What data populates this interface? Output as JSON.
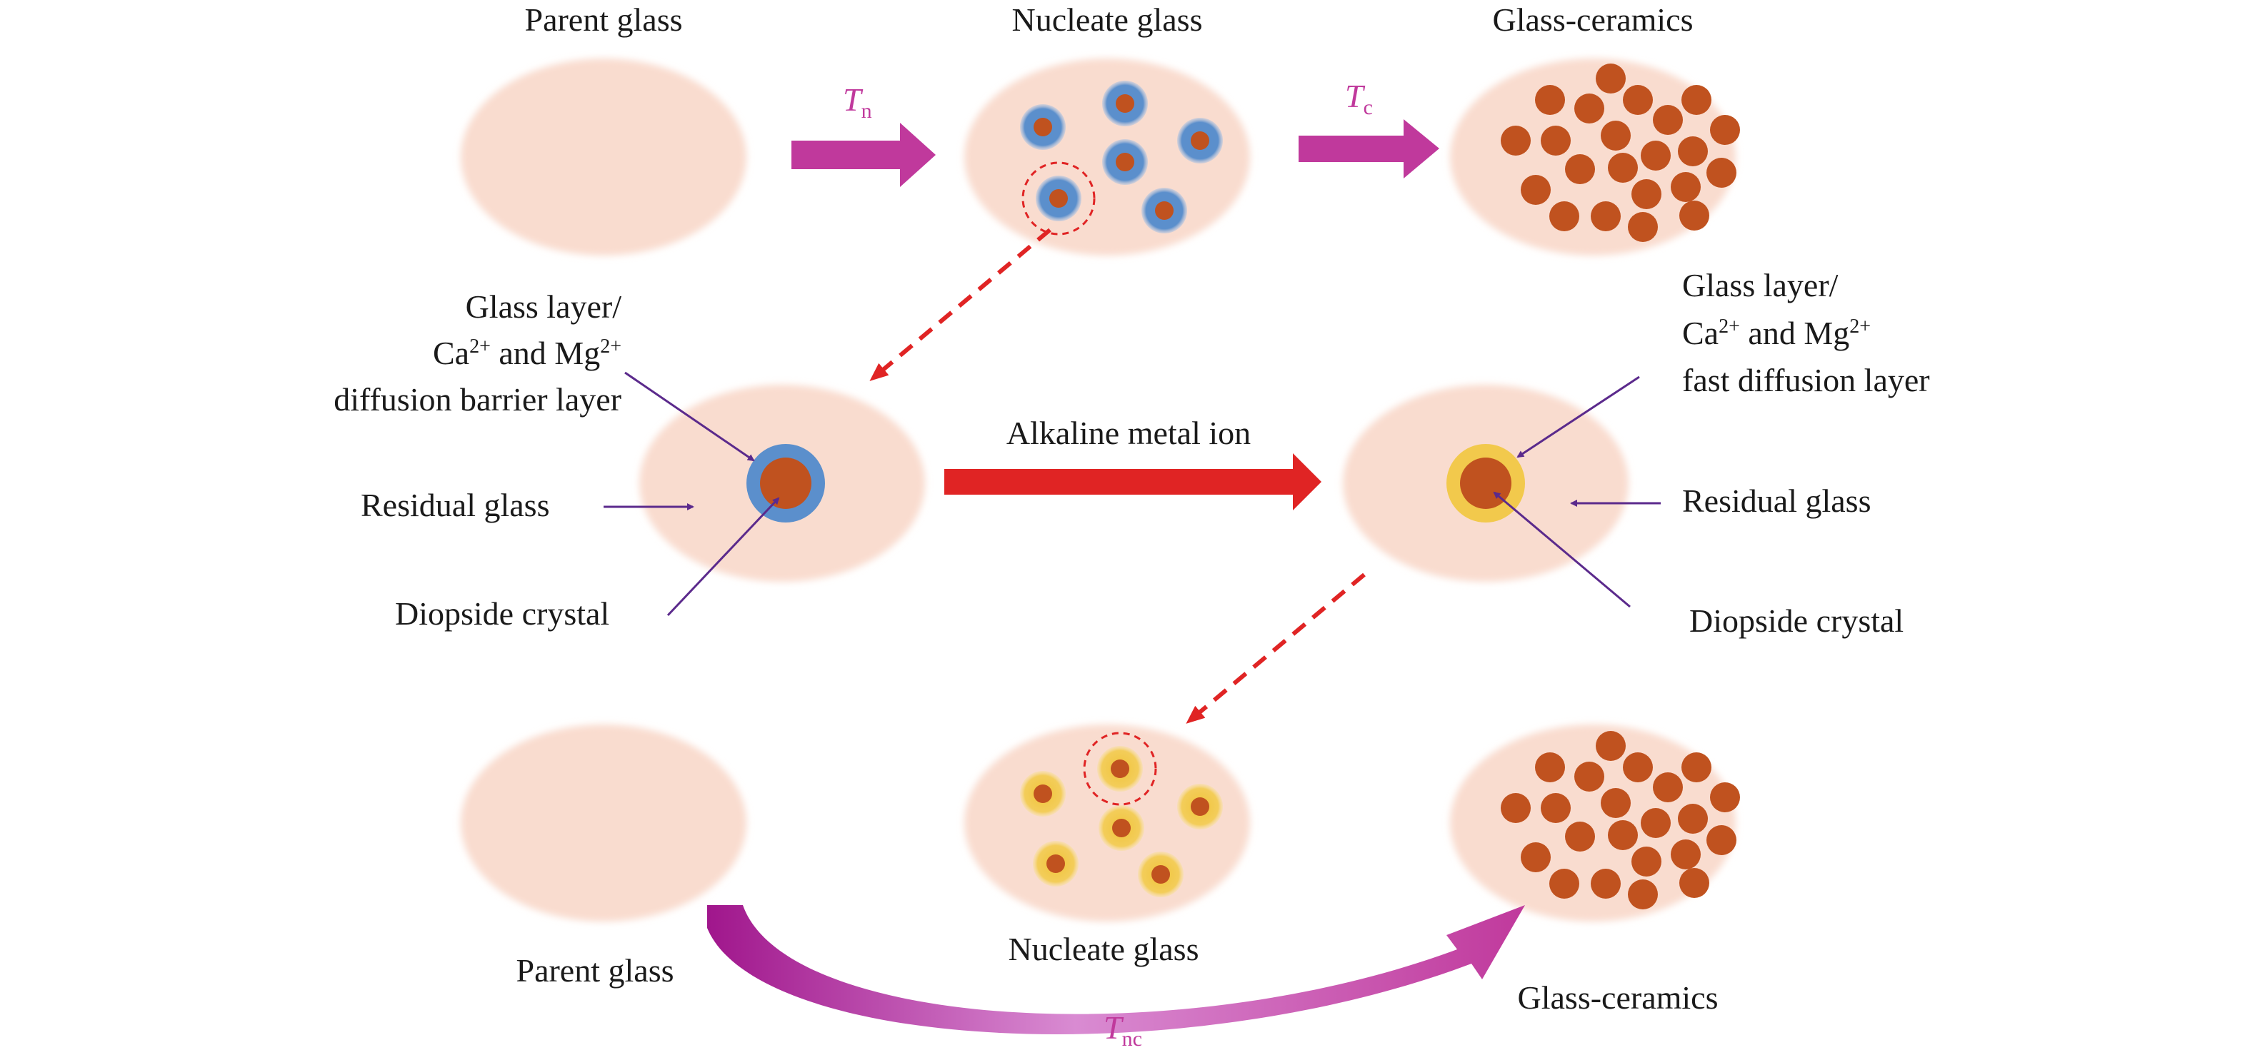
{
  "row1": {
    "parent_label": "Parent glass",
    "nucleate_label": "Nucleate glass",
    "ceramics_label": "Glass-ceramics",
    "t1_main": "T",
    "t1_sub": "n",
    "t2_main": "T",
    "t2_sub": "c"
  },
  "middle_left": {
    "line1": "Glass layer/",
    "line2_a": "Ca",
    "line2_sup1": "2+",
    "line2_b": " and Mg",
    "line2_sup2": "2+",
    "line3": "diffusion barrier layer",
    "residual": "Residual glass",
    "diopside": "Diopside crystal"
  },
  "middle_arrow_label": "Alkaline metal ion",
  "middle_right": {
    "line1": "Glass layer/",
    "line2_a": "Ca",
    "line2_sup1": "2+",
    "line2_b": " and Mg",
    "line2_sup2": "2+",
    "line3": "fast diffusion layer",
    "residual": "Residual glass",
    "diopside": "Diopside crystal"
  },
  "row3": {
    "parent_label": "Parent glass",
    "nucleate_label": "Nucleate glass",
    "ceramics_label": "Glass-ceramics",
    "t_main": "T",
    "t_sub": "nc"
  },
  "colors": {
    "glass": "#f9dccf",
    "crystal": "#c0521f",
    "blue_layer": "#5b8fcc",
    "yellow_layer": "#f2c94c",
    "magenta": "#c0399c",
    "red": "#e02424",
    "purple": "#5b2a8c"
  }
}
